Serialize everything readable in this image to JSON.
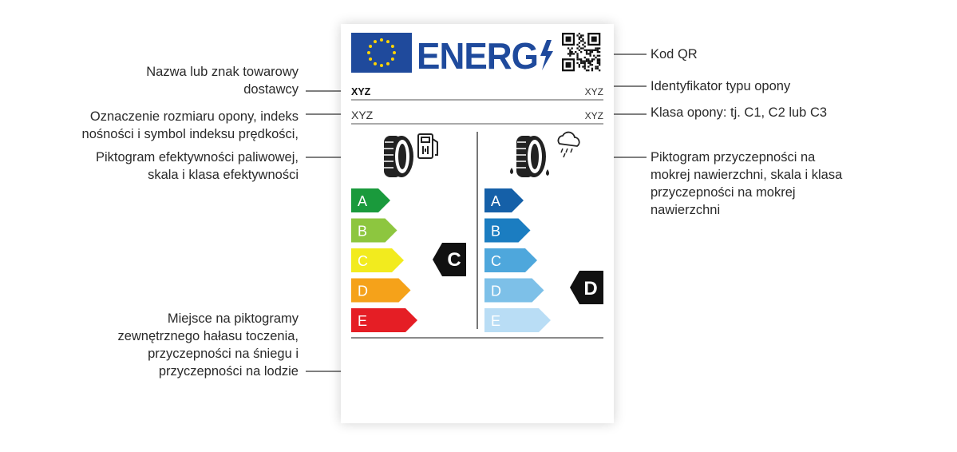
{
  "label": {
    "header_word": "ENERG",
    "supplier_name": "XYZ",
    "tyre_type_id": "XYZ",
    "tyre_size": "XYZ",
    "tyre_class": "XYZ",
    "fuel_classes": [
      "A",
      "B",
      "C",
      "D",
      "E"
    ],
    "fuel_class_value": "C",
    "wet_classes": [
      "A",
      "B",
      "C",
      "D",
      "E"
    ],
    "wet_class_value": "D"
  },
  "annotations": {
    "supplier": [
      "Nazwa lub znak towarowy",
      "dostawcy"
    ],
    "size": [
      "Oznaczenie rozmiaru opony, indeks",
      "nośności i symbol indeksu prędkości,"
    ],
    "fuel": [
      "Piktogram efektywności paliwowej,",
      "skala i klasa efektywności"
    ],
    "extra": [
      "Miejsce na piktogramy",
      "zewnętrznego hałasu toczenia,",
      "przyczepności na śniegu i",
      "przyczepności na lodzie"
    ],
    "qr": [
      "Kod QR"
    ],
    "type_id": [
      "Identyfikator typu opony"
    ],
    "class": [
      "Klasa opony: tj. C1, C2 lub C3"
    ],
    "wet": [
      "Piktogram przyczepności na",
      "mokrej nawierzchni, skala i klasa",
      "przyczepności na mokrej",
      "nawierzchni"
    ]
  },
  "colors": {
    "eu_blue": "#1f4a9c",
    "eu_star": "#ffd400",
    "fuel": [
      "#1a9a3c",
      "#8dc63f",
      "#f2eb1e",
      "#f5a21a",
      "#e51e25"
    ],
    "wet": [
      "#1560a8",
      "#1b7dc1",
      "#4ea7dc",
      "#7dc0e8",
      "#b9ddf5"
    ]
  }
}
